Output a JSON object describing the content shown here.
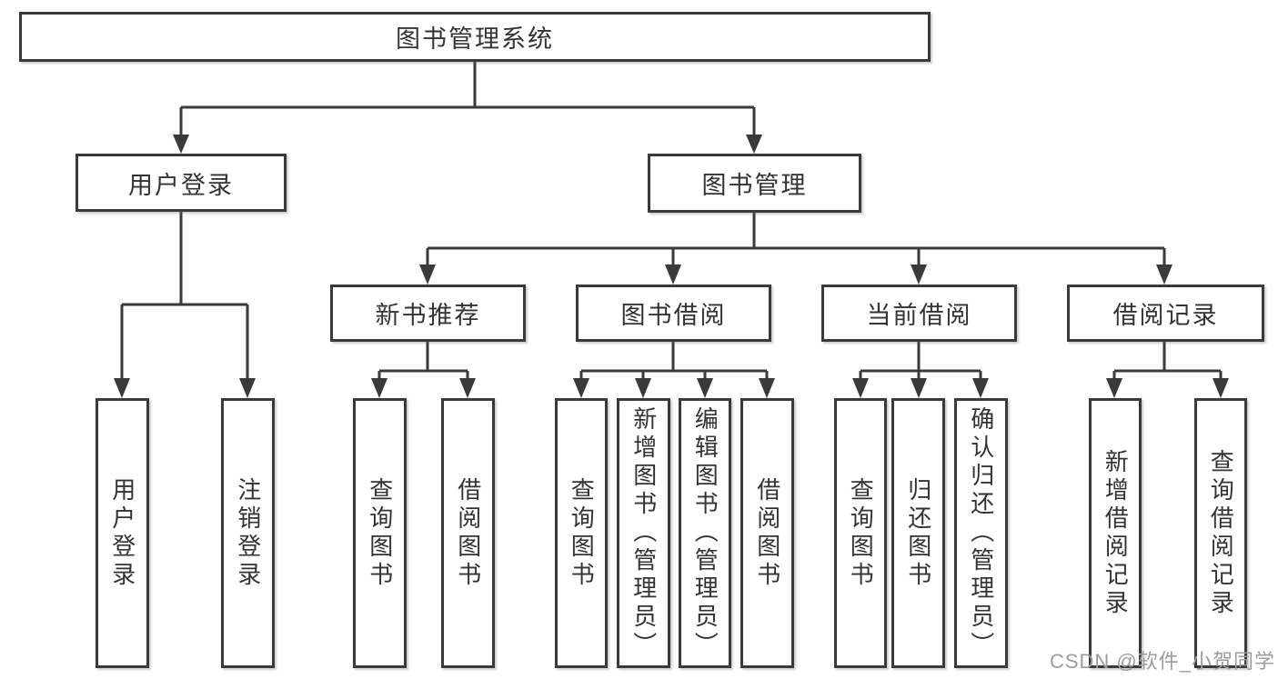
{
  "watermark": "CSDN @软件_小贺同学",
  "colors": {
    "line": "#3a3a3a",
    "text": "#333333",
    "background": "#ffffff",
    "watermark": "#9c9c9c"
  },
  "tree": {
    "root": {
      "label": "图书管理系统"
    },
    "branches": [
      {
        "label": "用户登录",
        "children": [
          "用户登录",
          "注销登录"
        ]
      },
      {
        "label": "图书管理",
        "children": [
          {
            "label": "新书推荐",
            "children": [
              "查询图书",
              "借阅图书"
            ]
          },
          {
            "label": "图书借阅",
            "children": [
              "查询图书",
              "新增图书（管理员）",
              "编辑图书（管理员）",
              "借阅图书"
            ]
          },
          {
            "label": "当前借阅",
            "children": [
              "查询图书",
              "归还图书",
              "确认归还（管理员）"
            ]
          },
          {
            "label": "借阅记录",
            "children": [
              "新增借阅记录",
              "查询借阅记录"
            ]
          }
        ]
      }
    ]
  }
}
